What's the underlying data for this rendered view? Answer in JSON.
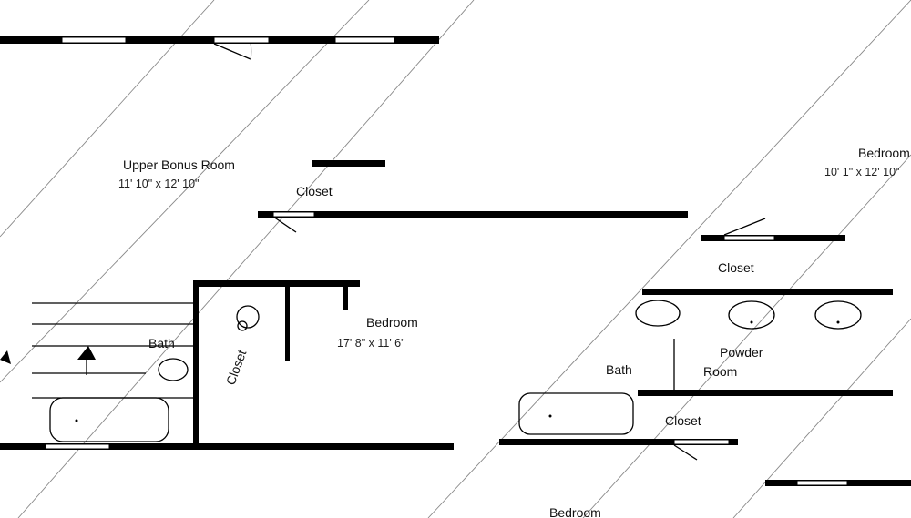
{
  "plan": {
    "title": "Upper floor plan",
    "rooms": {
      "upper_bonus_room": {
        "name": "Upper Bonus Room",
        "dims": "11' 10\" x 12' 10\""
      },
      "closet_top": {
        "name": "Closet"
      },
      "bedroom_right": {
        "name": "Bedroom",
        "dims": "10' 1\" x 12' 10\""
      },
      "closet_right": {
        "name": "Closet"
      },
      "bedroom_center": {
        "name": "Bedroom",
        "dims": "17' 8\" x 11' 6\""
      },
      "bath_left": {
        "name": "Bath"
      },
      "closet_vertical": {
        "name": "Closet"
      },
      "bath_right": {
        "name": "Bath"
      },
      "powder_room_line1": {
        "name": "Powder"
      },
      "powder_room_line2": {
        "name": "Room"
      },
      "closet_bottom": {
        "name": "Closet"
      },
      "bedroom_bottom": {
        "name": "Bedroom"
      }
    }
  }
}
